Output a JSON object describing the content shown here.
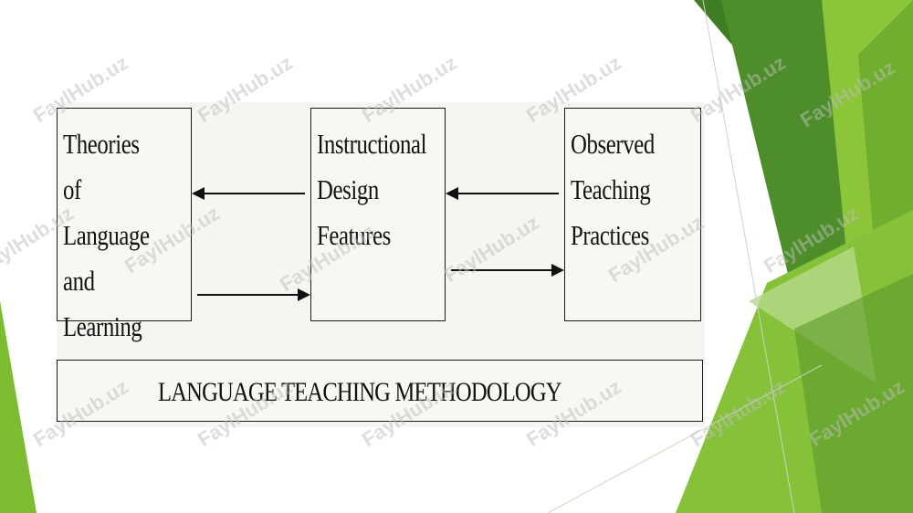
{
  "diagram": {
    "box_theories": "Theories of\nLanguage\nand\nLearning",
    "box_instructional": "Instructional\nDesign\nFeatures",
    "box_observed": "Observed\nTeaching\nPractices",
    "methodology_label": "LANGUAGE TEACHING METHODOLOGY"
  },
  "watermark": "FaylHub.uz",
  "colors": {
    "green_dark": "#3d7a24",
    "green_mid": "#5b9a2c",
    "green_light": "#8cc43a",
    "green_pale": "#b5d88a"
  }
}
